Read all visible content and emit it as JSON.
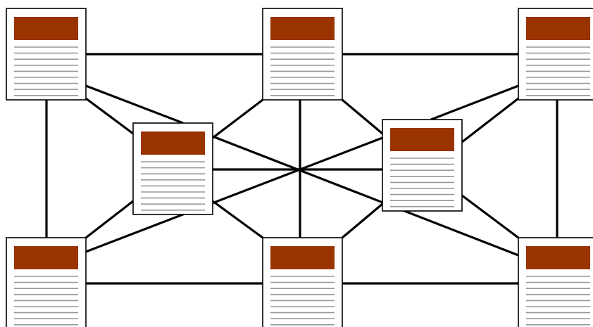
{
  "colors": {
    "background": "#ffffff",
    "link": "#000000",
    "page_border": "#000000",
    "page_fill": "#ffffff",
    "header_bar": "#993300",
    "text_line": "#999999"
  },
  "diagram": {
    "type": "network of linked document pages",
    "page_count": 8,
    "link_count": 20,
    "text_lines_per_page": 9,
    "nodes": [
      {
        "id": "top-left",
        "icon": "document-icon"
      },
      {
        "id": "top-center",
        "icon": "document-icon"
      },
      {
        "id": "top-right",
        "icon": "document-icon"
      },
      {
        "id": "mid-left",
        "icon": "document-icon"
      },
      {
        "id": "mid-right",
        "icon": "document-icon"
      },
      {
        "id": "bottom-left",
        "icon": "document-icon"
      },
      {
        "id": "bottom-center",
        "icon": "document-icon"
      },
      {
        "id": "bottom-right",
        "icon": "document-icon"
      }
    ],
    "links": [
      {
        "from": "top-left",
        "to": "top-center"
      },
      {
        "from": "top-center",
        "to": "top-right"
      },
      {
        "from": "bottom-left",
        "to": "bottom-center"
      },
      {
        "from": "bottom-center",
        "to": "bottom-right"
      },
      {
        "from": "top-left",
        "to": "bottom-left"
      },
      {
        "from": "top-right",
        "to": "bottom-right"
      },
      {
        "from": "top-center",
        "to": "bottom-center"
      },
      {
        "from": "mid-left",
        "to": "mid-right"
      },
      {
        "from": "top-left",
        "to": "mid-left"
      },
      {
        "from": "bottom-left",
        "to": "mid-left"
      },
      {
        "from": "top-center",
        "to": "mid-left"
      },
      {
        "from": "bottom-center",
        "to": "mid-left"
      },
      {
        "from": "top-center",
        "to": "mid-right"
      },
      {
        "from": "bottom-center",
        "to": "mid-right"
      },
      {
        "from": "top-right",
        "to": "mid-right"
      },
      {
        "from": "bottom-right",
        "to": "mid-right"
      },
      {
        "from": "mid-left",
        "to": "bottom-right"
      },
      {
        "from": "bottom-left",
        "to": "mid-right"
      },
      {
        "from": "top-left",
        "to": "mid-right"
      },
      {
        "from": "mid-left",
        "to": "top-right"
      }
    ]
  }
}
